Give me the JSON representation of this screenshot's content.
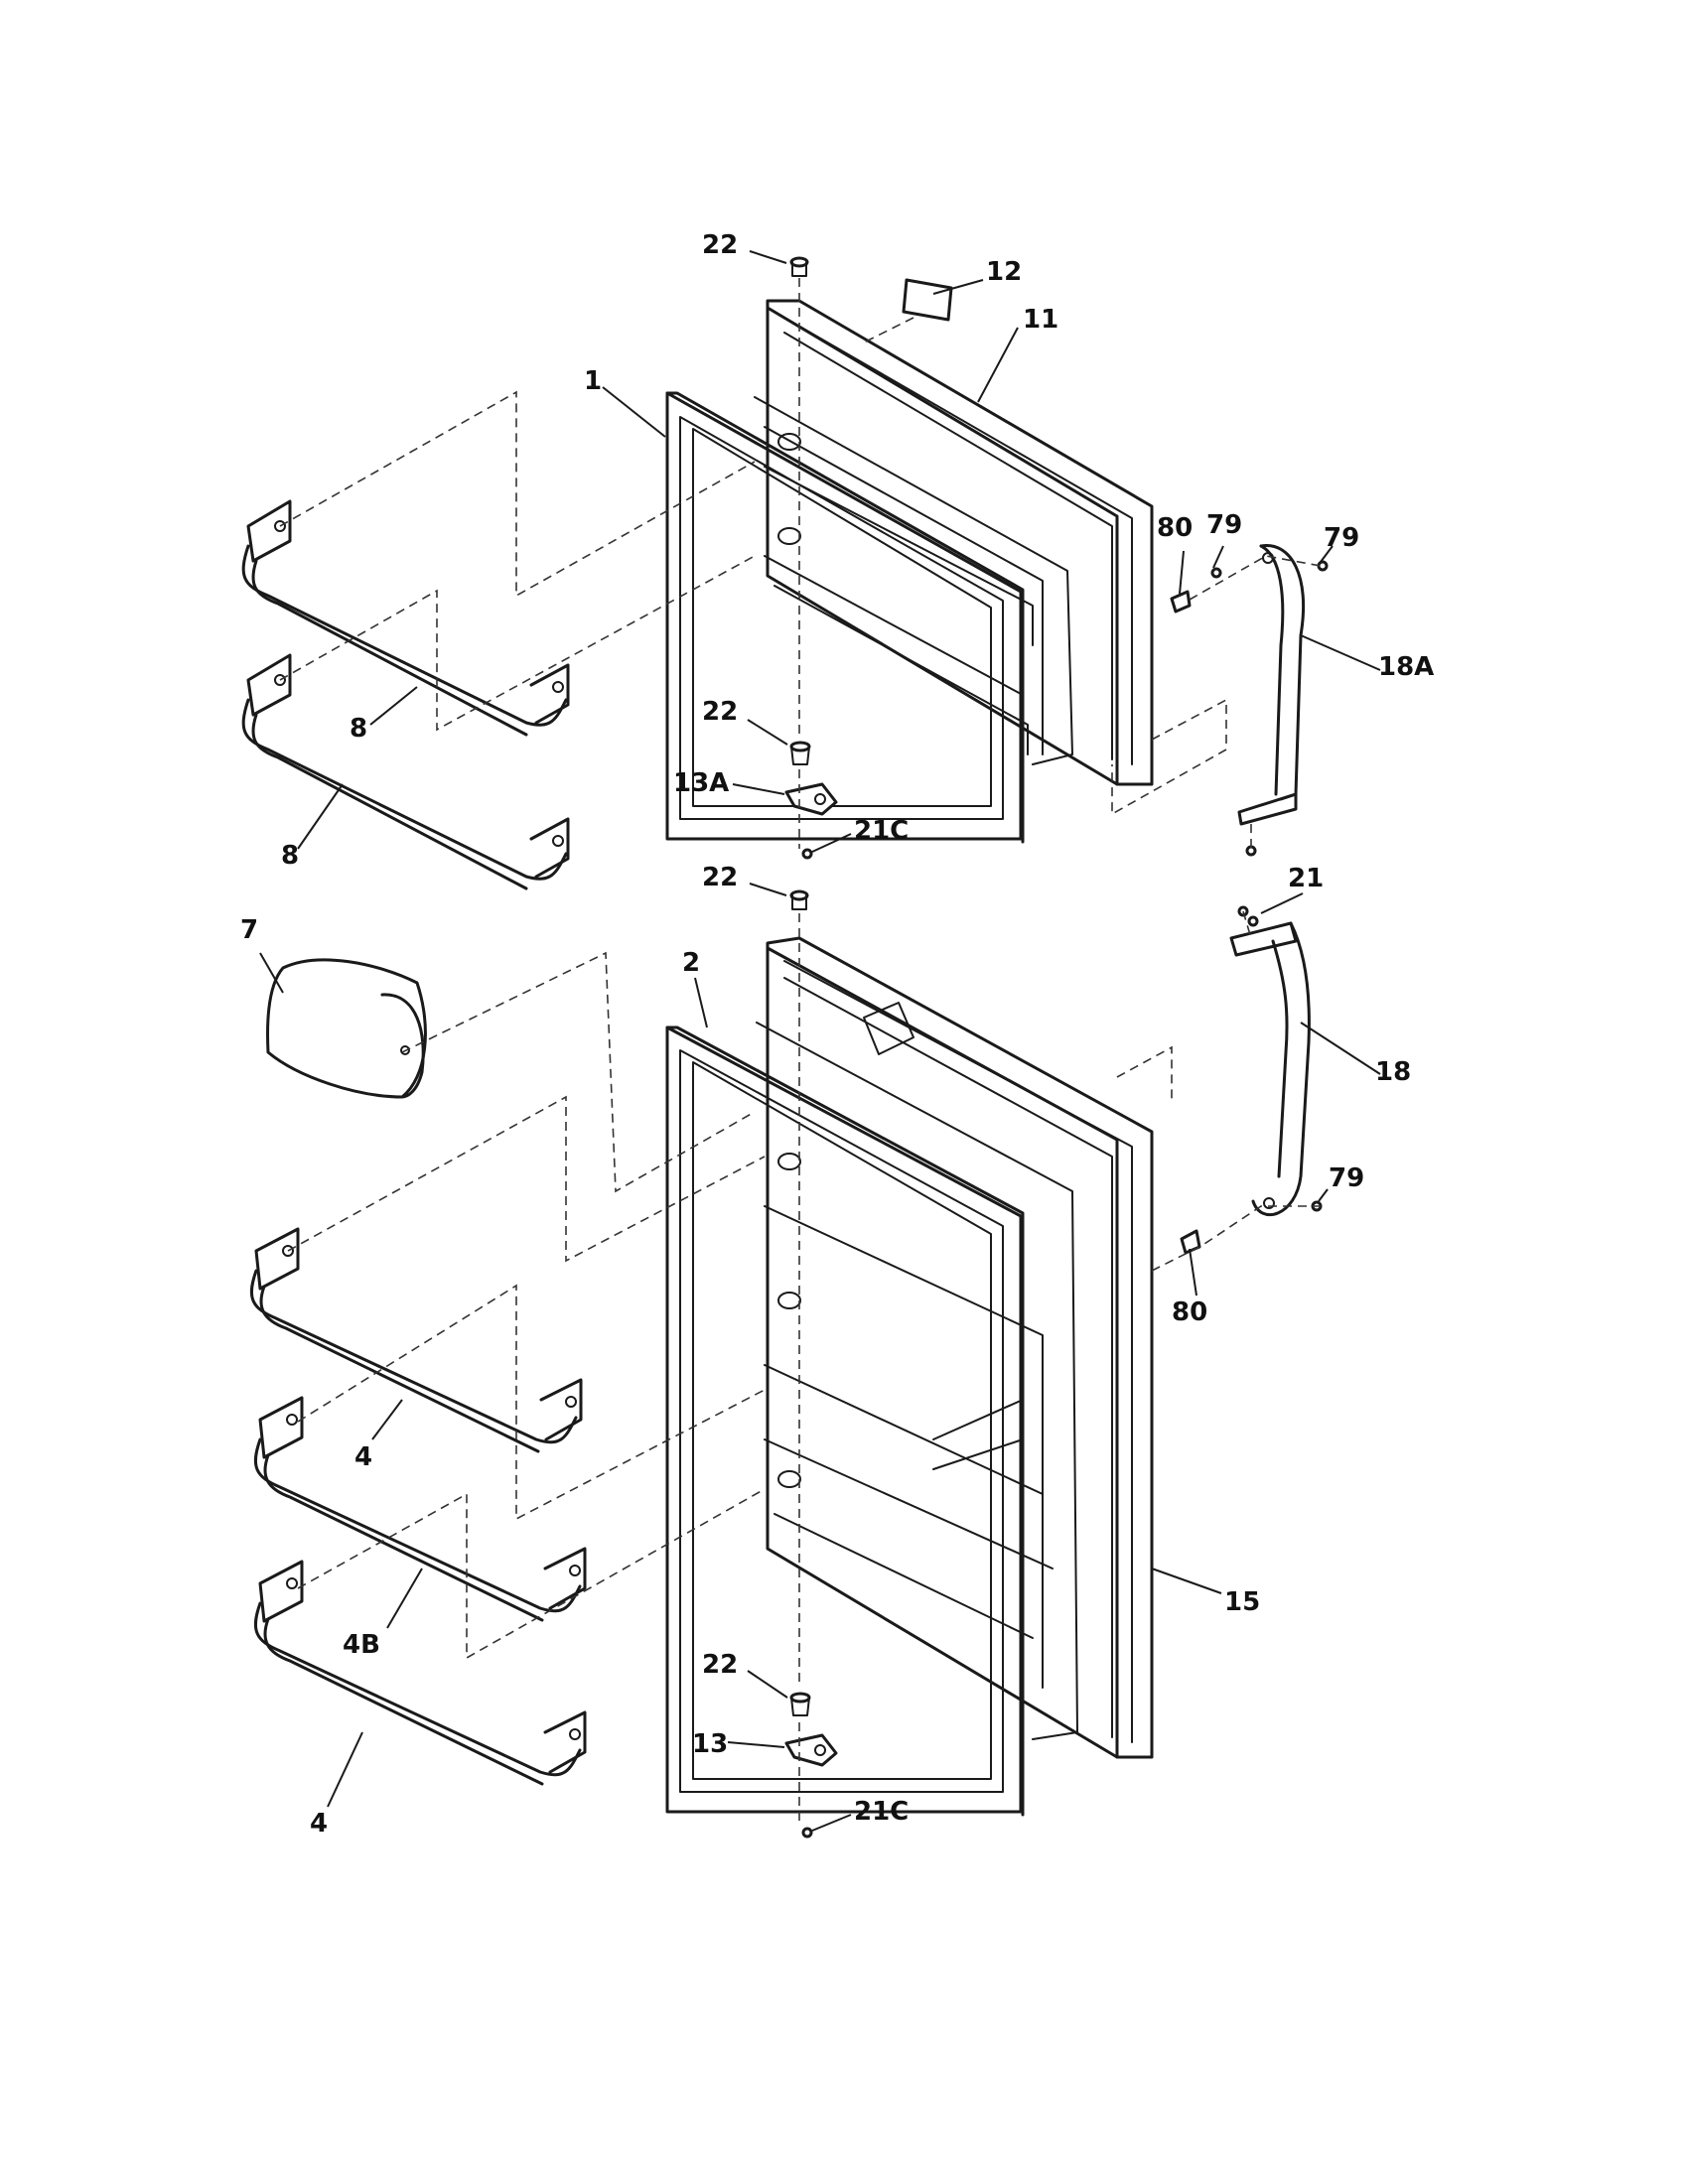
{
  "callouts": {
    "c22a": "22",
    "c12": "12",
    "c11": "11",
    "c1": "1",
    "c80a": "80",
    "c79a": "79",
    "c79b": "79",
    "c18A": "18A",
    "c8a": "8",
    "c8b": "8",
    "c22b": "22",
    "c13A": "13A",
    "c21Ca": "21C",
    "c22c": "22",
    "c21": "21",
    "c7": "7",
    "c2": "2",
    "c18": "18",
    "c79c": "79",
    "c80b": "80",
    "c4a": "4",
    "c4B": "4B",
    "c4b": "4",
    "c15": "15",
    "c22d": "22",
    "c13": "13",
    "c21Cb": "21C"
  }
}
